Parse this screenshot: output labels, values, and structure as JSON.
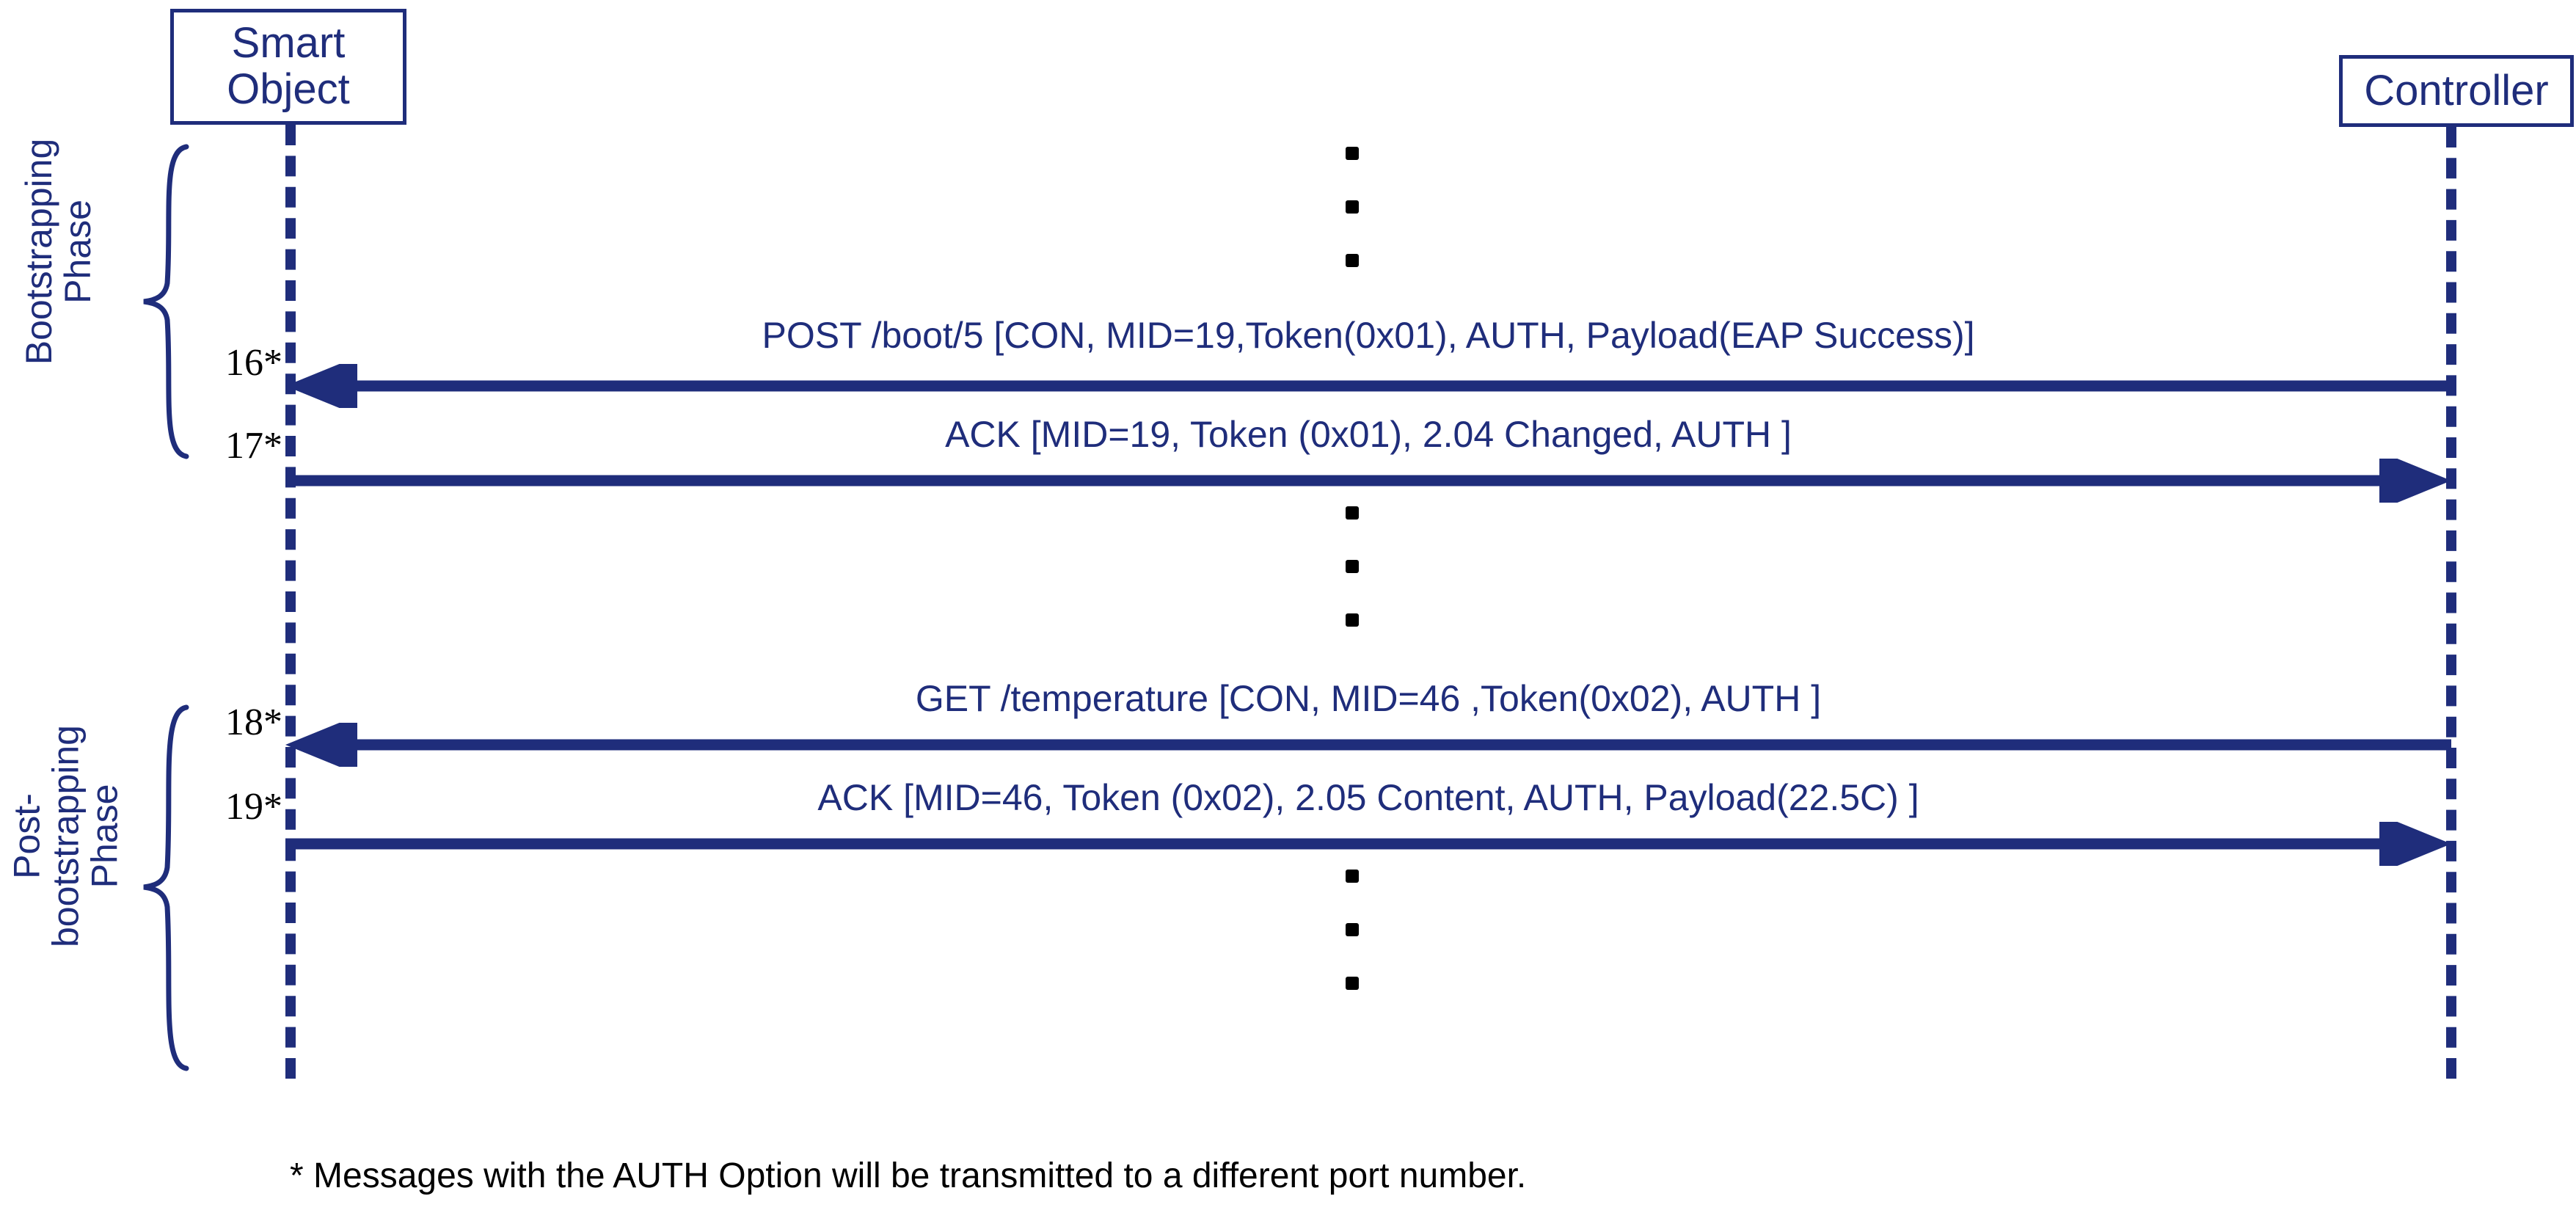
{
  "diagram": {
    "title": "CoAP Bootstrapping and Post-bootstrapping message sequence",
    "colors": {
      "accent": "#1f2d7b",
      "text_black": "#000000",
      "background": "#ffffff"
    },
    "actors": [
      {
        "id": "smart-object",
        "label": "Smart\nObject"
      },
      {
        "id": "controller",
        "label": "Controller"
      }
    ],
    "phases": [
      {
        "id": "bootstrapping",
        "label": "Bootstrapping\nPhase"
      },
      {
        "id": "post-bootstrapping",
        "label": "Post-bootstrapping\nPhase"
      }
    ],
    "messages": [
      {
        "step": "16*",
        "direction": "controller-to-smart-object",
        "label": "POST /boot/5 [CON, MID=19,Token(0x01), AUTH, Payload(EAP Success)]"
      },
      {
        "step": "17*",
        "direction": "smart-object-to-controller",
        "label": "ACK [MID=19, Token (0x01), 2.04 Changed, AUTH ]"
      },
      {
        "step": "18*",
        "direction": "controller-to-smart-object",
        "label": "GET /temperature [CON, MID=46 ,Token(0x02), AUTH ]"
      },
      {
        "step": "19*",
        "direction": "smart-object-to-controller",
        "label": "ACK [MID=46, Token (0x02), 2.05 Content, AUTH, Payload(22.5C) ]"
      }
    ],
    "ellipsis_groups": [
      {
        "id": "top",
        "dots": 3
      },
      {
        "id": "middle",
        "dots": 3
      },
      {
        "id": "bottom",
        "dots": 3
      }
    ],
    "footnote": "* Messages with the AUTH Option will be transmitted to a different port number."
  }
}
